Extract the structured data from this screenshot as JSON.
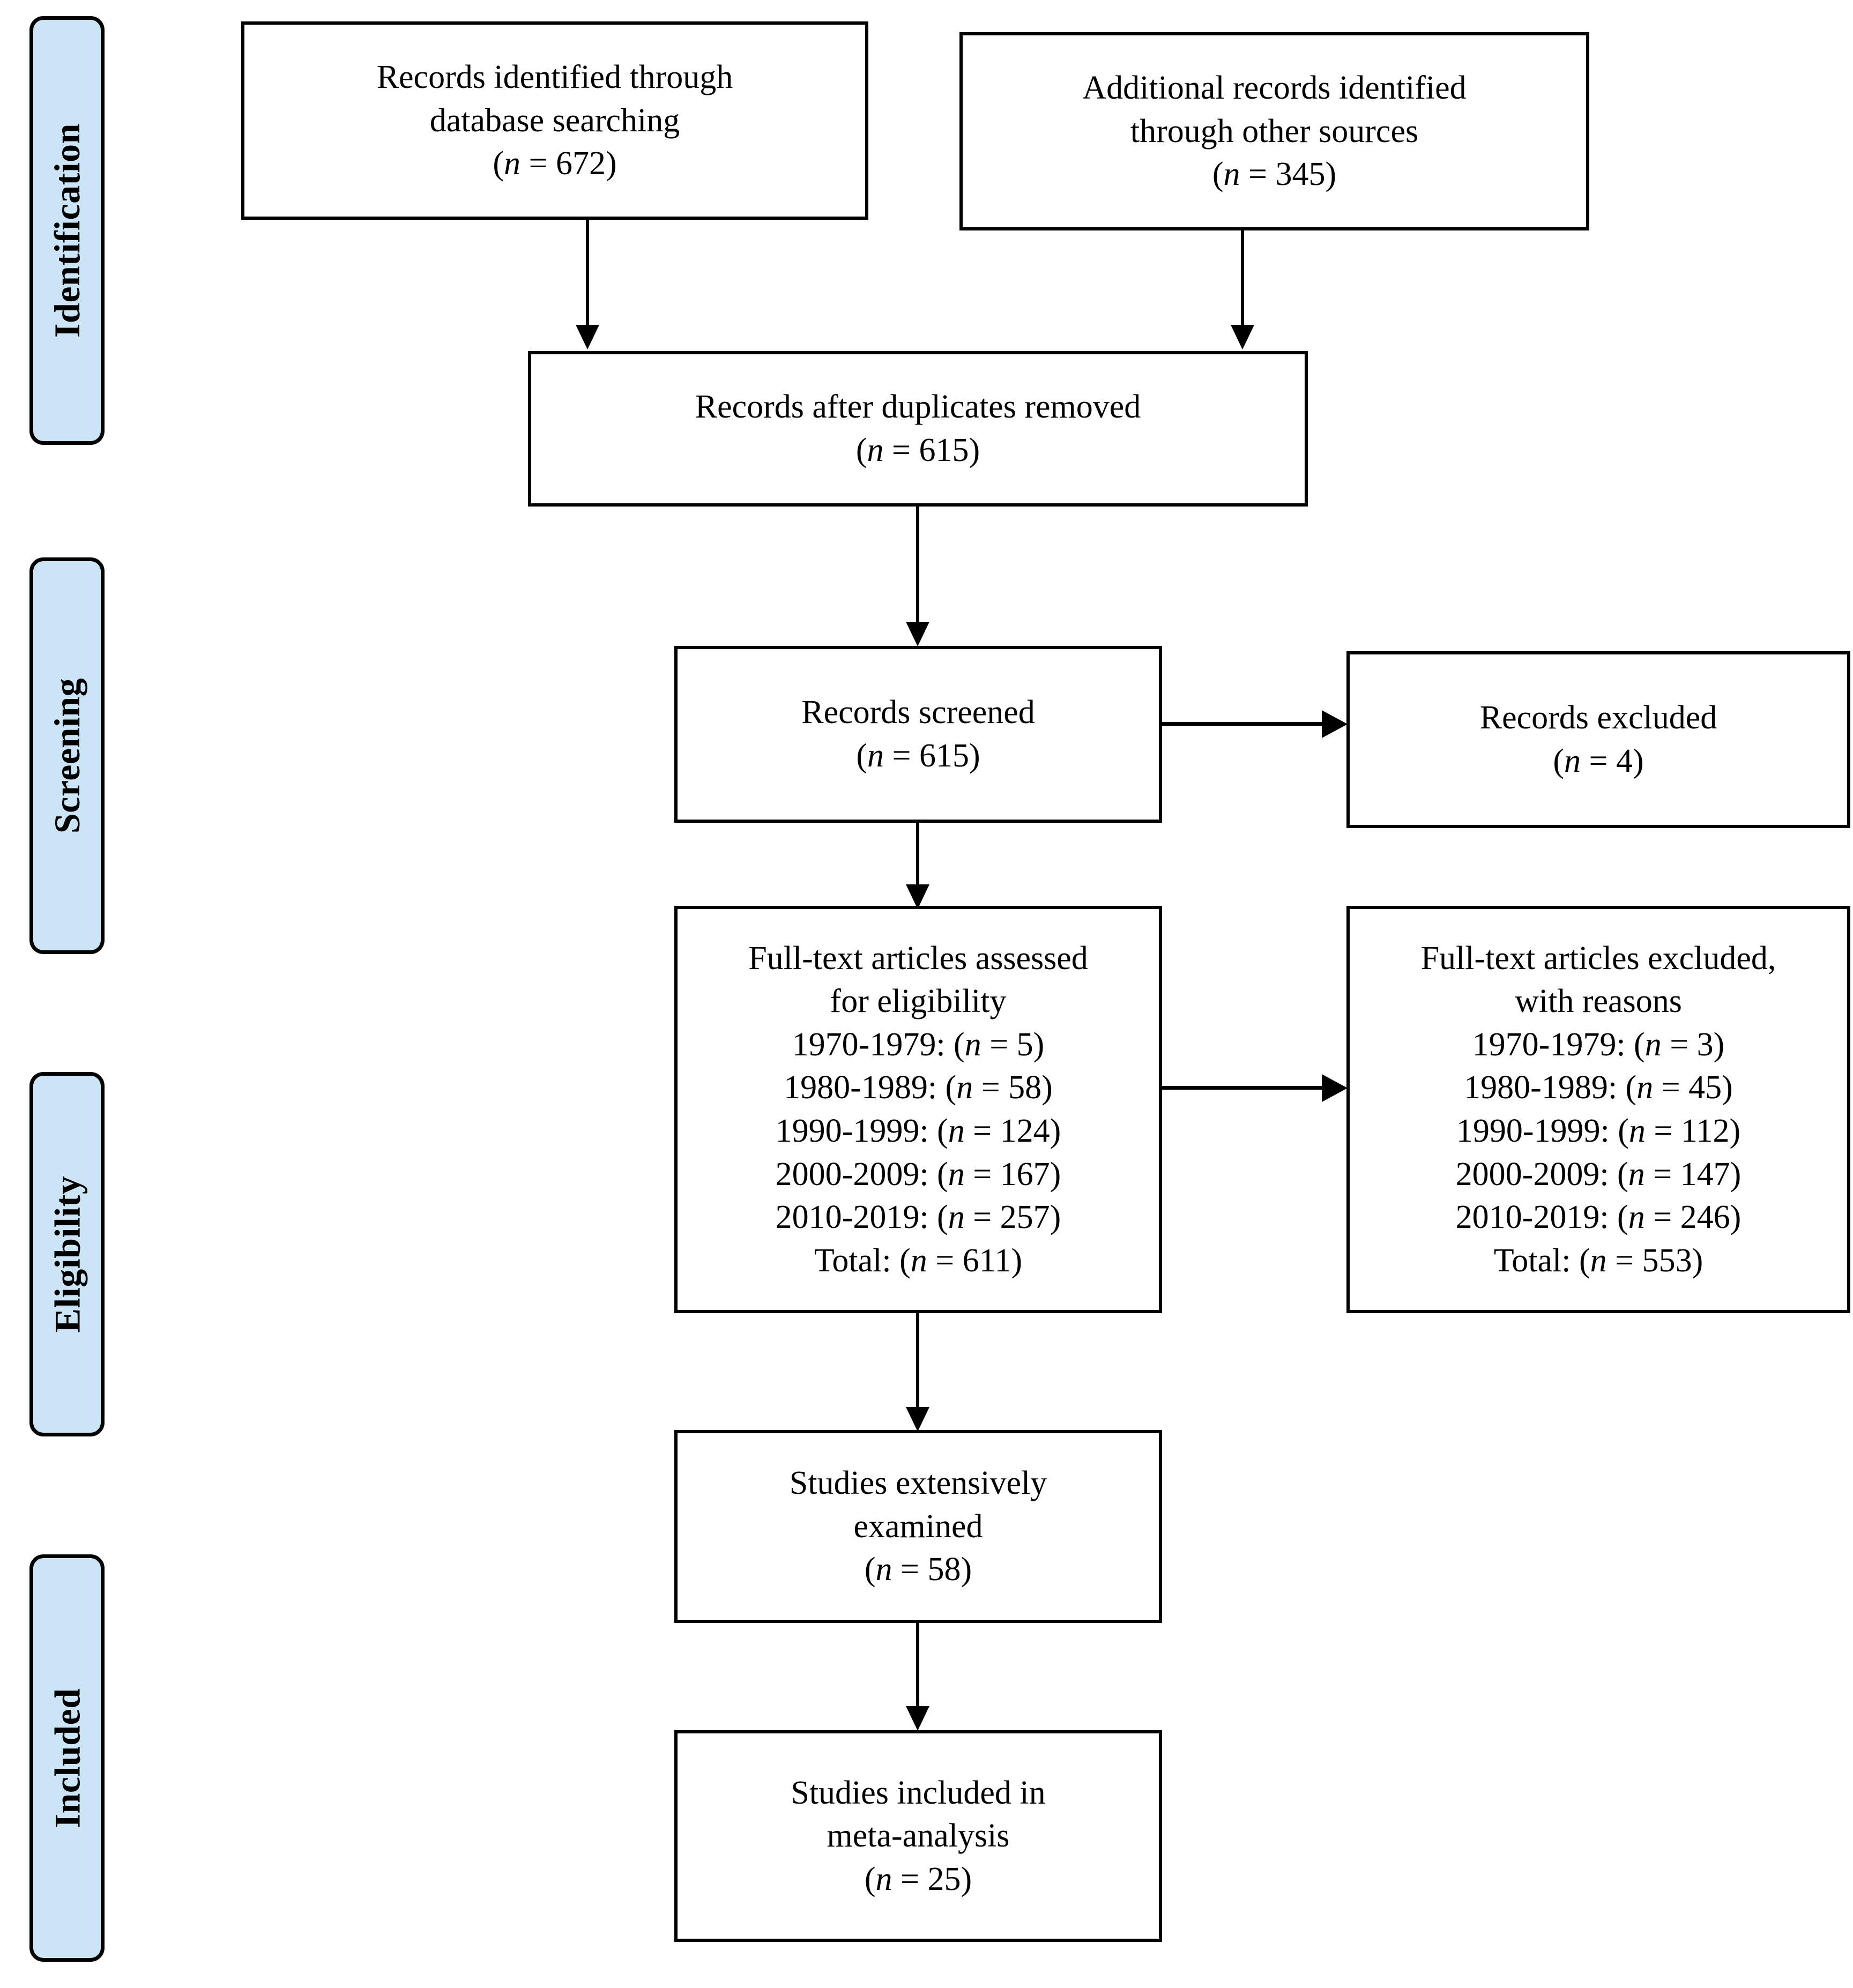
{
  "diagram": {
    "type": "PRISMA flow diagram",
    "phases": [
      {
        "id": "identification",
        "label": "Identification"
      },
      {
        "id": "screening",
        "label": "Screening"
      },
      {
        "id": "eligibility",
        "label": "Eligibility"
      },
      {
        "id": "included",
        "label": "Included"
      }
    ],
    "boxes": {
      "db_search": {
        "line1": "Records identified through",
        "line2": "database searching",
        "count": "(n = 672)",
        "n_label": "n",
        "n_value": "= 672)",
        "n_open": "("
      },
      "other_sources": {
        "line1": "Additional records identified",
        "line2": "through other sources",
        "count": "(n = 345)",
        "n_open": "(",
        "n_label": "n",
        "n_value": "= 345)"
      },
      "duplicates_removed": {
        "line1": "Records after duplicates removed",
        "count": "(n = 615)",
        "n_open": "(",
        "n_label": "n",
        "n_value": "= 615)"
      },
      "records_screened": {
        "line1": "Records screened",
        "count": "(n = 615)",
        "n_open": "(",
        "n_label": "n",
        "n_value": "= 615)"
      },
      "records_excluded": {
        "line1": "Records excluded",
        "count": "(n = 4)",
        "n_open": "(",
        "n_label": "n",
        "n_value": "= 4)"
      },
      "fulltext_assessed": {
        "line1": "Full-text articles assessed",
        "line2": "for eligibility",
        "rows": [
          {
            "decade": "1970-1979:",
            "open": "(",
            "n": "n",
            "val": "= 5)"
          },
          {
            "decade": "1980-1989:",
            "open": "(",
            "n": "n",
            "val": "= 58)"
          },
          {
            "decade": "1990-1999:",
            "open": "(",
            "n": "n",
            "val": "= 124)"
          },
          {
            "decade": "2000-2009:",
            "open": "(",
            "n": "n",
            "val": "= 167)"
          },
          {
            "decade": "2010-2019:",
            "open": "(",
            "n": "n",
            "val": "= 257)"
          },
          {
            "decade": "Total:",
            "open": "(",
            "n": "n",
            "val": "= 611)"
          }
        ]
      },
      "fulltext_excluded": {
        "line1": "Full-text articles excluded,",
        "line2": "with reasons",
        "rows": [
          {
            "decade": "1970-1979:",
            "open": "(",
            "n": "n",
            "val": "= 3)"
          },
          {
            "decade": "1980-1989:",
            "open": "(",
            "n": "n",
            "val": "= 45)"
          },
          {
            "decade": "1990-1999:",
            "open": "(",
            "n": "n",
            "val": "= 112)"
          },
          {
            "decade": "2000-2009:",
            "open": "(",
            "n": "n",
            "val": "= 147)"
          },
          {
            "decade": "2010-2019:",
            "open": "(",
            "n": "n",
            "val": "= 246)"
          },
          {
            "decade": "Total:",
            "open": "(",
            "n": "n",
            "val": "= 553)"
          }
        ]
      },
      "studies_examined": {
        "line1": "Studies extensively",
        "line2": "examined",
        "count": "(n = 58)",
        "n_open": "(",
        "n_label": "n",
        "n_value": "= 58)"
      },
      "studies_included": {
        "line1": "Studies included in",
        "line2": "meta-analysis",
        "count": "(n = 25)",
        "n_open": "(",
        "n_label": "n",
        "n_value": "= 25)"
      }
    },
    "colors": {
      "phase_fill": "#cce5f6",
      "stroke": "#000000",
      "box_fill": "#ffffff"
    }
  }
}
